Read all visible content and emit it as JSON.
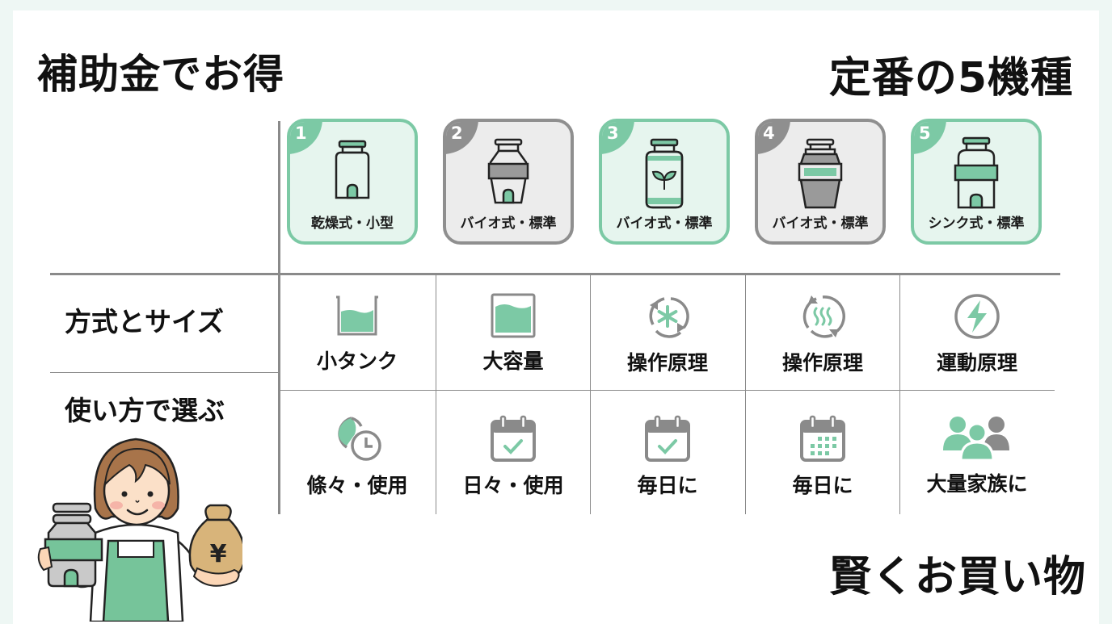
{
  "titles": {
    "top_left": "補助金でお得",
    "top_right": "定番の5機種",
    "bottom_right": "賢くお買い物"
  },
  "colors": {
    "accent_green": "#7cc9a5",
    "card_green_bg": "#e6f5ee",
    "card_grey_border": "#8f8f8f",
    "card_grey_bg": "#ececec",
    "icon_grey": "#8a8a8a",
    "page_bg": "#eef7f4"
  },
  "models": [
    {
      "number": "1",
      "label": "乾燥式・小型",
      "style": "green",
      "icon": "disposer-small-icon"
    },
    {
      "number": "2",
      "label": "バイオ式・標準",
      "style": "grey",
      "icon": "disposer-band-icon"
    },
    {
      "number": "3",
      "label": "バイオ式・標準",
      "style": "green",
      "icon": "disposer-leaf-icon"
    },
    {
      "number": "4",
      "label": "バイオ式・標準",
      "style": "grey",
      "icon": "disposer-window-icon"
    },
    {
      "number": "5",
      "label": "シンク式・標準",
      "style": "green",
      "icon": "disposer-sink-icon"
    }
  ],
  "rows": [
    {
      "label": "方式とサイズ",
      "cells": [
        {
          "text": "小タンク",
          "icon": "small-tank-icon"
        },
        {
          "text": "大容量",
          "icon": "large-capacity-icon"
        },
        {
          "text": "操作原理",
          "icon": "cycle-asterisk-icon"
        },
        {
          "text": "操作原理",
          "icon": "cycle-heat-icon"
        },
        {
          "text": "運動原理",
          "icon": "lightning-icon"
        }
      ]
    },
    {
      "label": "使い方で選ぶ",
      "cells": [
        {
          "text": "條々・使用",
          "icon": "clock-pie-icon"
        },
        {
          "text": "日々・使用",
          "icon": "calendar-check-icon"
        },
        {
          "text": "毎日に",
          "icon": "calendar-check-icon"
        },
        {
          "text": "毎日に",
          "icon": "calendar-grid-icon"
        },
        {
          "text": "大量家族に",
          "icon": "family-icon"
        }
      ]
    }
  ],
  "illustration": {
    "subject": "woman-holding-disposer-and-money-bag",
    "money_symbol": "¥"
  }
}
